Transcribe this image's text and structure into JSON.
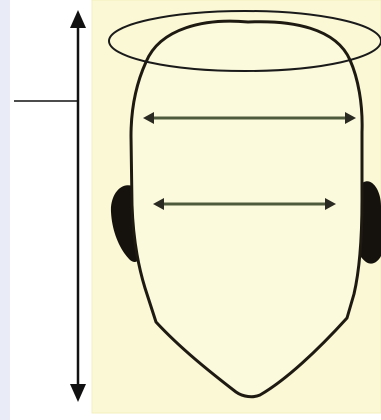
{
  "diagram": {
    "subject": "face-shape-measurement",
    "colors": {
      "page_background": "#ffffff",
      "left_strip": "#e9ecf6",
      "panel": "#fbf8d6",
      "panel_edge": "#f4efbf",
      "outline": "#1e1a12",
      "ear": "#15110c",
      "measure_arrow": "#4e5a3c",
      "measure_arrow_head": "#2a2a22",
      "height_arrow": "#111111",
      "ellipse_stroke": "#1a1a1a"
    },
    "elements": [
      {
        "name": "head-outline",
        "icon": "face-outline"
      },
      {
        "name": "left-ear",
        "icon": "ear-shape"
      },
      {
        "name": "right-ear",
        "icon": "ear-shape"
      },
      {
        "name": "forehead-ellipse",
        "icon": "ellipse-marker"
      },
      {
        "name": "forehead-width-arrow",
        "icon": "double-arrow-horizontal"
      },
      {
        "name": "cheekbone-width-arrow",
        "icon": "double-arrow-horizontal"
      },
      {
        "name": "face-length-arrow",
        "icon": "double-arrow-vertical"
      },
      {
        "name": "pointer-line",
        "icon": "leader-line"
      }
    ]
  }
}
